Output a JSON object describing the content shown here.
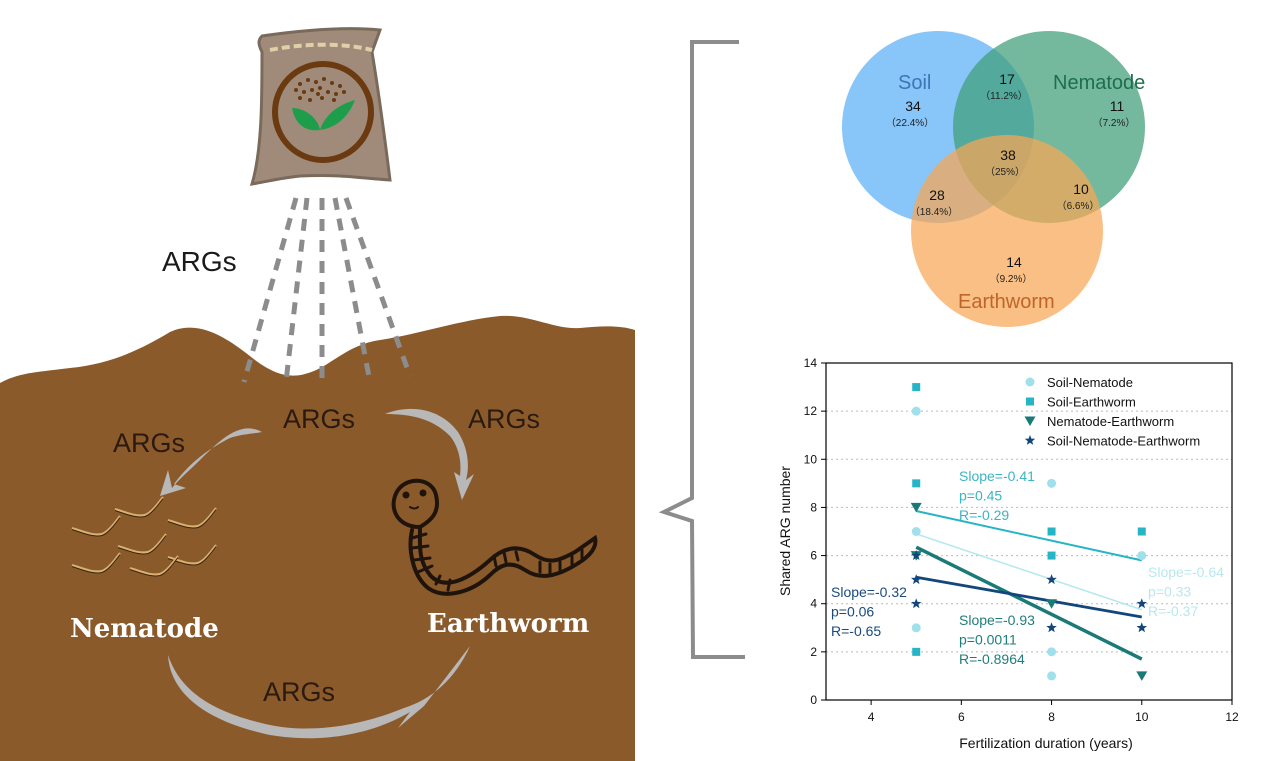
{
  "illustration": {
    "spray_label": "ARGs",
    "soil_labels": {
      "center": "ARGs",
      "to_nematode": "ARGs",
      "to_earthworm": "ARGs",
      "bottom": "ARGs"
    },
    "nematode_label": "Nematode",
    "earthworm_label": "Earthworm",
    "colors": {
      "soil": "#8B5A2B",
      "bag": "#A08B7A",
      "bag_outline": "#7A6A5C",
      "bag_ring": "#6B3A10",
      "leaf": "#1E9E4A",
      "arrow": "#B8B8B8",
      "spray": "#8C8C8C",
      "bracket": "#8C8C8C"
    }
  },
  "venn": {
    "sets": [
      {
        "name": "Soil",
        "color": "#5AAEF5",
        "label_color": "#3E74B8"
      },
      {
        "name": "Nematode",
        "color": "#3F9E78",
        "label_color": "#1E6E4E"
      },
      {
        "name": "Earthworm",
        "color": "#F8A654",
        "label_color": "#C0652A"
      }
    ],
    "regions": [
      {
        "id": "soil_only",
        "count": "34",
        "pct": "（22.4%）"
      },
      {
        "id": "soil_nematode",
        "count": "17",
        "pct": "（11.2%）"
      },
      {
        "id": "nematode_only",
        "count": "11",
        "pct": "（7.2%）"
      },
      {
        "id": "all_three",
        "count": "38",
        "pct": "（25%）"
      },
      {
        "id": "soil_earthworm",
        "count": "28",
        "pct": "（18.4%）"
      },
      {
        "id": "nematode_earthworm",
        "count": "10",
        "pct": "（6.6%）"
      },
      {
        "id": "earthworm_only",
        "count": "14",
        "pct": "（9.2%）"
      }
    ]
  },
  "chart_data": {
    "type": "scatter",
    "title": "",
    "xlabel": "Fertilization duration (years)",
    "ylabel": "Shared ARG number",
    "xlim": [
      3,
      12
    ],
    "ylim": [
      0,
      14
    ],
    "xticks": [
      4,
      6,
      8,
      10,
      12
    ],
    "yticks": [
      0,
      2,
      4,
      6,
      8,
      10,
      12,
      14
    ],
    "grid": "horizontal-dotted",
    "legend_position": "top-right",
    "series": [
      {
        "name": "Soil-Nematode",
        "marker": "circle",
        "color": "#9FE0EA",
        "points": [
          [
            5,
            12
          ],
          [
            5,
            7
          ],
          [
            5,
            3
          ],
          [
            8,
            9
          ],
          [
            8,
            2
          ],
          [
            8,
            1
          ],
          [
            10,
            6
          ]
        ],
        "fit": {
          "x0": 5,
          "y0": 6.9,
          "x1": 10,
          "y1": 3.75
        },
        "annotation": [
          "Slope=-0.64",
          "p=0.33",
          "R=-0.37"
        ],
        "annotation_color": "#B8E8EE"
      },
      {
        "name": "Soil-Earthworm",
        "marker": "square",
        "color": "#26B5C5",
        "points": [
          [
            5,
            13
          ],
          [
            5,
            9
          ],
          [
            5,
            2
          ],
          [
            8,
            7
          ],
          [
            8,
            6
          ],
          [
            10,
            7
          ]
        ],
        "fit": {
          "x0": 5,
          "y0": 7.85,
          "x1": 10,
          "y1": 5.8
        },
        "annotation": [
          "Slope=-0.41",
          "p=0.45",
          "R=-0.29"
        ],
        "annotation_color": "#3BB4C4"
      },
      {
        "name": "Nematode-Earthworm",
        "marker": "triangle-down",
        "color": "#1A7A78",
        "points": [
          [
            5,
            8
          ],
          [
            5,
            6
          ],
          [
            8,
            4
          ],
          [
            10,
            1
          ]
        ],
        "fit": {
          "x0": 5,
          "y0": 6.35,
          "x1": 10,
          "y1": 1.7
        },
        "annotation": [
          "Slope=-0.93",
          "p=0.0011",
          "R=-0.8964"
        ],
        "annotation_color": "#1F7E7C"
      },
      {
        "name": "Soil-Nematode-Earthworm",
        "marker": "star",
        "color": "#13467A",
        "points": [
          [
            5,
            6
          ],
          [
            5,
            5
          ],
          [
            5,
            4
          ],
          [
            8,
            5
          ],
          [
            8,
            3
          ],
          [
            10,
            4
          ],
          [
            10,
            3
          ]
        ],
        "fit": {
          "x0": 5,
          "y0": 5.1,
          "x1": 10,
          "y1": 3.45
        },
        "annotation": [
          "Slope=-0.32",
          "p=0.06",
          "R=-0.65"
        ],
        "annotation_color": "#1A4A80"
      }
    ]
  }
}
